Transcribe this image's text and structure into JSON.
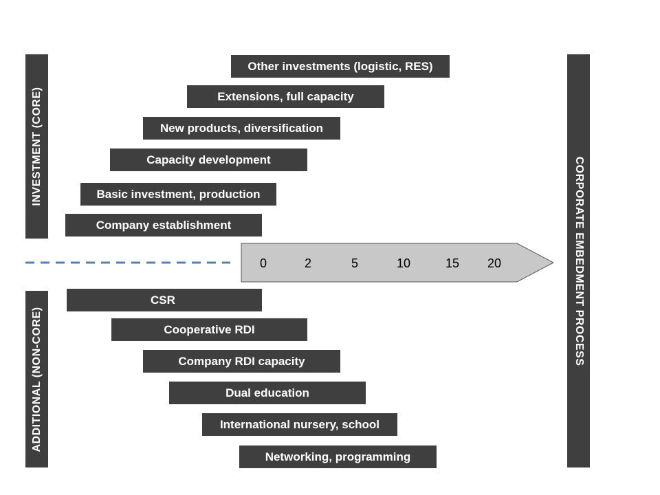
{
  "left_panel": {
    "core_label": "INVESTMENT (CORE)",
    "noncore_label": "ADDITIONAL (NON-CORE)"
  },
  "right_panel": {
    "label": "CORPORATE EMBEDMENT PROCESS"
  },
  "core_items": [
    "Other investments (logistic, RES)",
    "Extensions, full capacity",
    "New products, diversification",
    "Capacity development",
    "Basic investment, production",
    "Company establishment"
  ],
  "timeline": {
    "ticks": [
      "0",
      "2",
      "5",
      "10",
      "15",
      "20"
    ]
  },
  "noncore_items": [
    "CSR",
    "Cooperative RDI",
    "Company RDI capacity",
    "Dual education",
    "International nursery, school",
    "Networking, programming"
  ],
  "colors": {
    "bar": "#3f3f3f",
    "arrow_fill": "#c8c8c8",
    "dash_line": "#4f81bd"
  }
}
